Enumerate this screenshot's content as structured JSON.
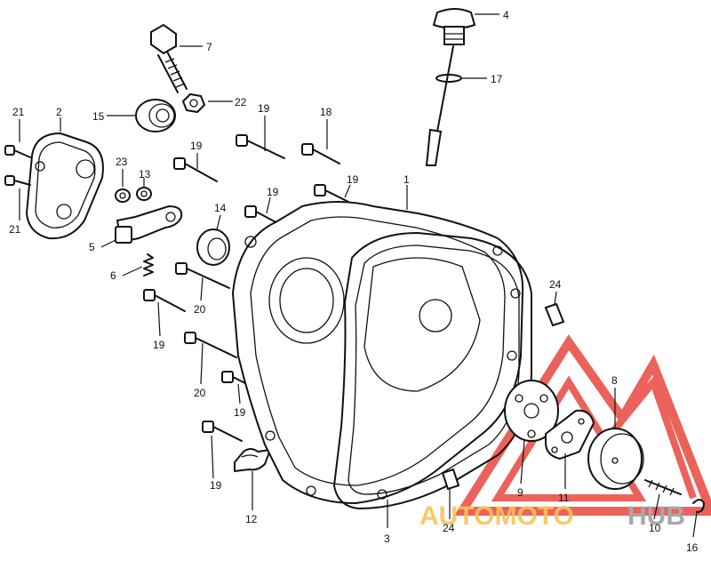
{
  "callouts": [
    {
      "id": "1",
      "label": "1"
    },
    {
      "id": "2",
      "label": "2"
    },
    {
      "id": "3",
      "label": "3"
    },
    {
      "id": "4",
      "label": "4"
    },
    {
      "id": "5",
      "label": "5"
    },
    {
      "id": "6",
      "label": "6"
    },
    {
      "id": "7",
      "label": "7"
    },
    {
      "id": "8",
      "label": "8"
    },
    {
      "id": "9",
      "label": "9"
    },
    {
      "id": "10",
      "label": "10"
    },
    {
      "id": "11",
      "label": "11"
    },
    {
      "id": "12",
      "label": "12"
    },
    {
      "id": "13",
      "label": "13"
    },
    {
      "id": "14",
      "label": "14"
    },
    {
      "id": "15",
      "label": "15"
    },
    {
      "id": "16",
      "label": "16"
    },
    {
      "id": "17",
      "label": "17"
    },
    {
      "id": "18",
      "label": "18"
    },
    {
      "id": "19a",
      "label": "19"
    },
    {
      "id": "19b",
      "label": "19"
    },
    {
      "id": "19c",
      "label": "19"
    },
    {
      "id": "19d",
      "label": "19"
    },
    {
      "id": "19e",
      "label": "19"
    },
    {
      "id": "19f",
      "label": "19"
    },
    {
      "id": "19g",
      "label": "19"
    },
    {
      "id": "20a",
      "label": "20"
    },
    {
      "id": "20b",
      "label": "20"
    },
    {
      "id": "21a",
      "label": "21"
    },
    {
      "id": "21b",
      "label": "21"
    },
    {
      "id": "22",
      "label": "22"
    },
    {
      "id": "23",
      "label": "23"
    },
    {
      "id": "24a",
      "label": "24"
    },
    {
      "id": "24b",
      "label": "24"
    }
  ],
  "watermark": {
    "text_part1": "AUTOMOTO",
    "text_part2": "HUB",
    "color_primary": "#e8473f",
    "color_secondary": "#f5b83d",
    "color_dark": "#9a9a9a"
  }
}
